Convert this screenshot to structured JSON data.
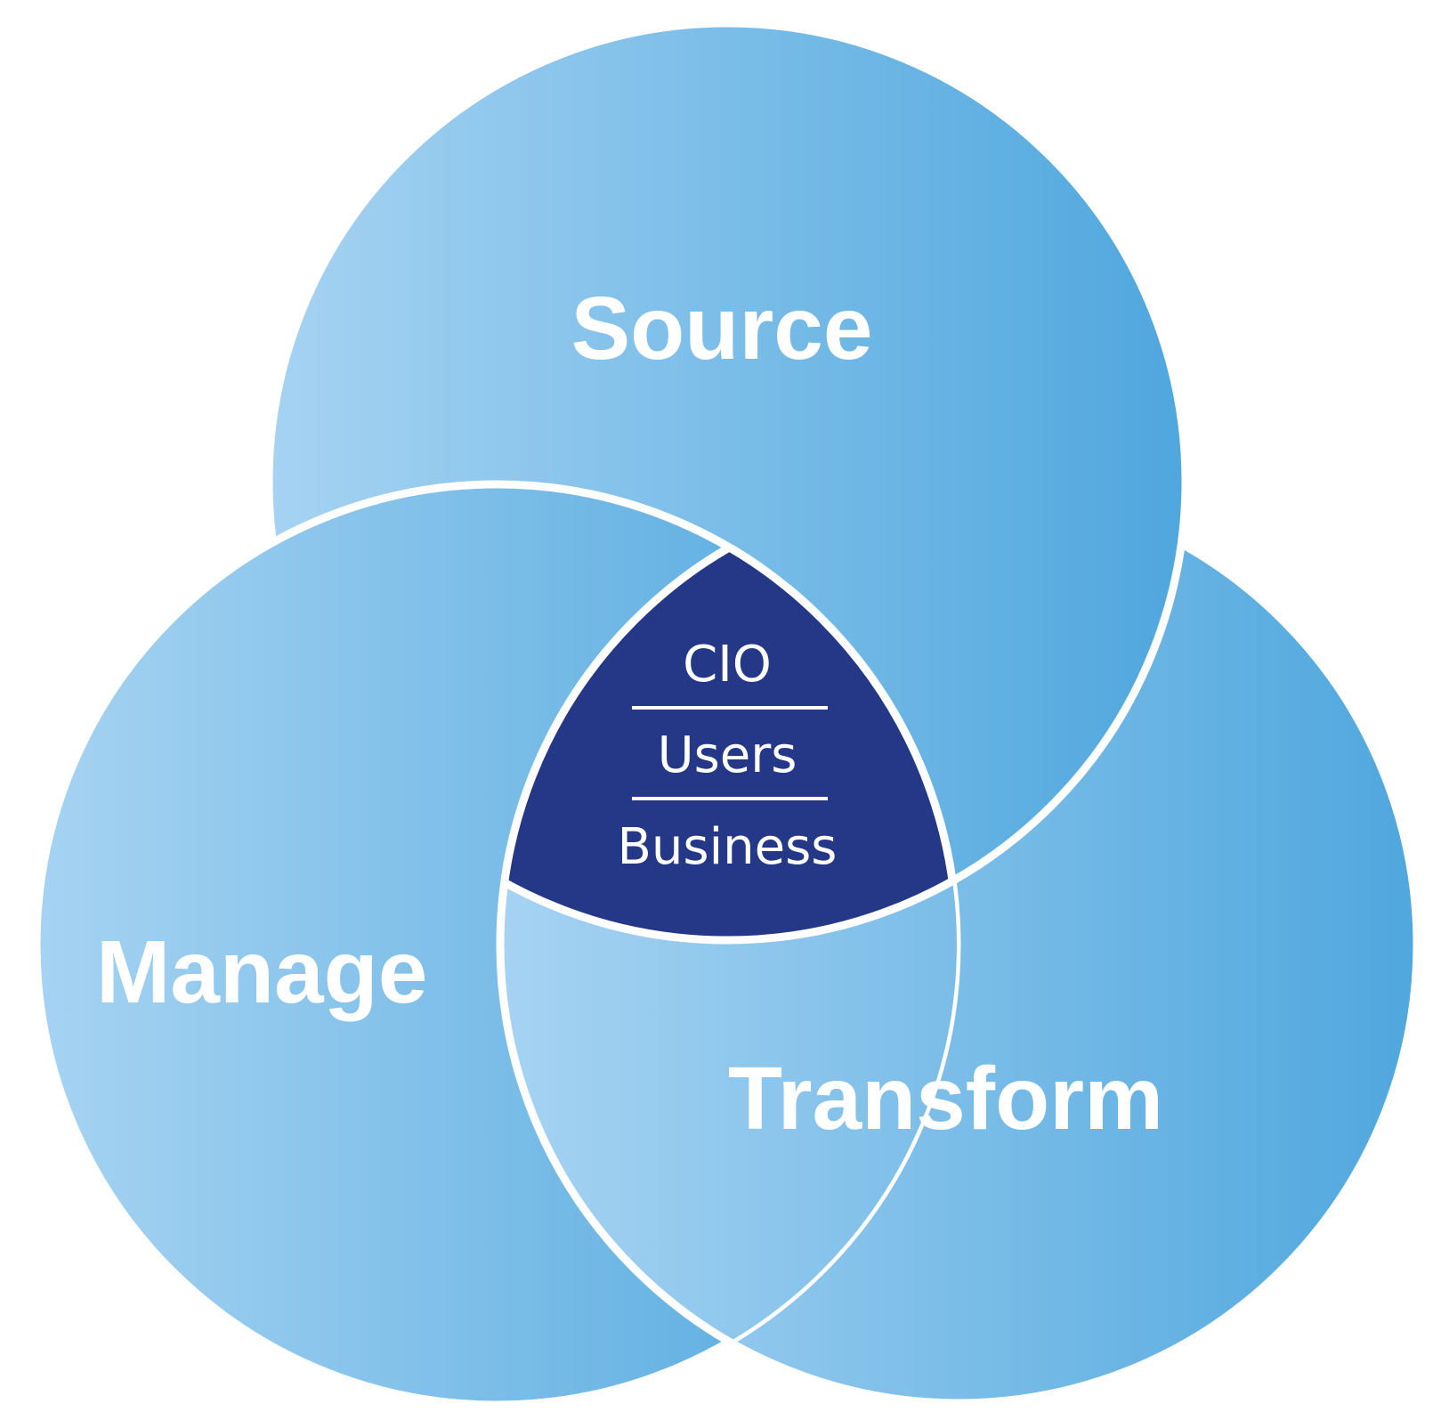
{
  "circles": {
    "source": "Source",
    "manage": "Manage",
    "transform": "Transform"
  },
  "center": {
    "items": [
      "CIO",
      "Users",
      "Business"
    ]
  },
  "colors": {
    "gradient_light": "#a6d3f2",
    "gradient_dark": "#4fa7de",
    "center_fill": "#253887",
    "stroke": "#ffffff"
  }
}
